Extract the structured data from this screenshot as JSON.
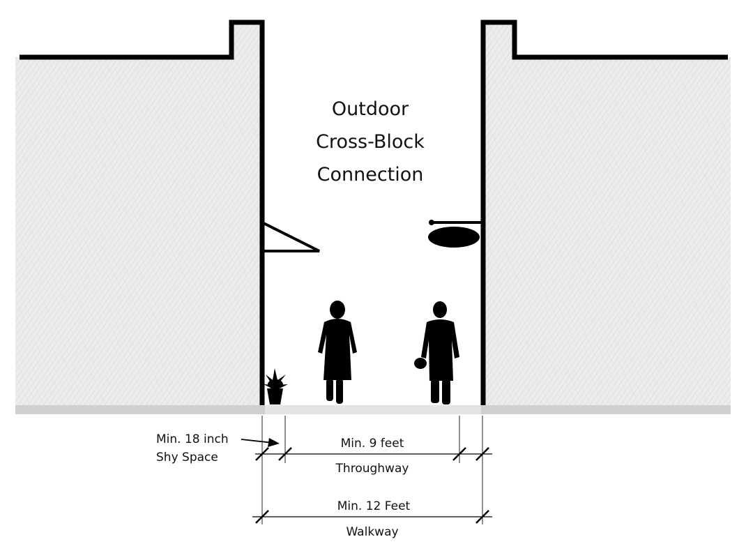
{
  "title": {
    "line1": "Outdoor",
    "line2": "Cross-Block",
    "line3": "Connection"
  },
  "dimensions": {
    "shy_space": {
      "line1": "Min. 18 inch",
      "line2": "Shy Space"
    },
    "throughway": {
      "value": "Min. 9 feet",
      "label": "Throughway"
    },
    "walkway": {
      "value": "Min. 12 Feet",
      "label": "Walkway"
    }
  },
  "colors": {
    "building_fill": "#e9e9e9",
    "outline": "#000000",
    "ground": "#cfcfcf",
    "silhouette": "#000000"
  }
}
